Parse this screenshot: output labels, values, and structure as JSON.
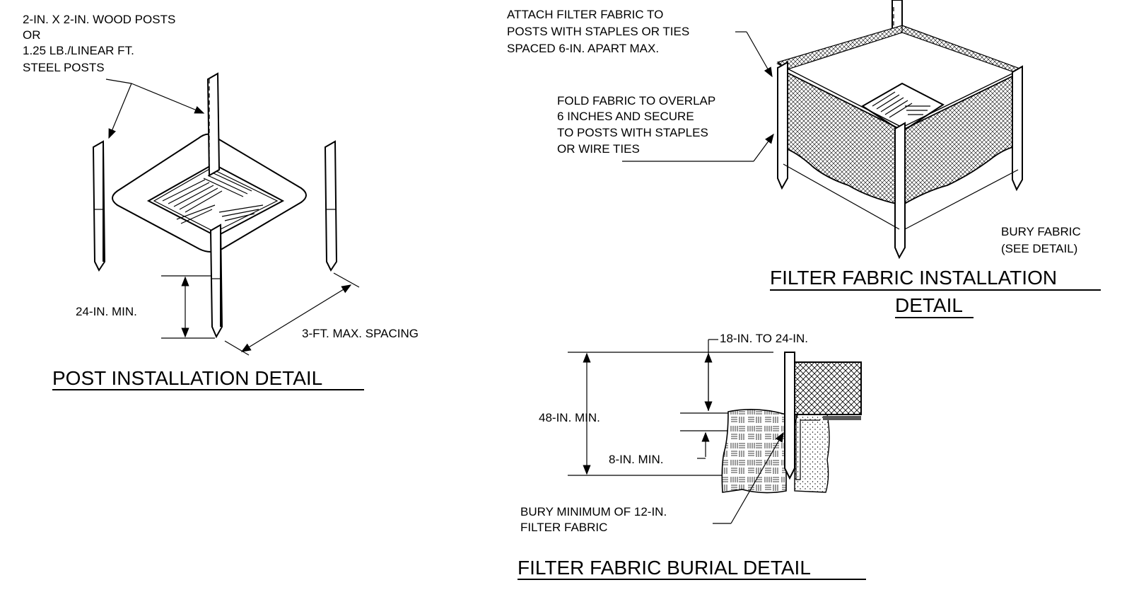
{
  "post_detail": {
    "title": "POST INSTALLATION DETAIL",
    "notes": {
      "posts_1": "2-IN. X 2-IN. WOOD POSTS",
      "posts_2": "OR",
      "posts_3": "1.25 LB./LINEAR FT.",
      "posts_4": "STEEL POSTS",
      "embed": "24-IN. MIN.",
      "spacing": "3-FT. MAX. SPACING"
    }
  },
  "installation_detail": {
    "title_1": "FILTER FABRIC INSTALLATION",
    "title_2": "DETAIL",
    "notes": {
      "attach_1": "ATTACH FILTER FABRIC TO",
      "attach_2": "POSTS WITH STAPLES OR TIES",
      "attach_3": "SPACED 6-IN. APART MAX.",
      "fold_1": "FOLD FABRIC TO OVERLAP",
      "fold_2": "6 INCHES AND SECURE",
      "fold_3": "TO POSTS WITH STAPLES",
      "fold_4": "OR WIRE TIES",
      "bury_1": "BURY FABRIC",
      "bury_2": "(SEE DETAIL)"
    }
  },
  "burial_detail": {
    "title": "FILTER FABRIC BURIAL DETAIL",
    "notes": {
      "height_range": "18-IN. TO 24-IN.",
      "post_min": "48-IN. MIN.",
      "depth_min": "8-IN. MIN.",
      "bury_1": "BURY MINIMUM OF 12-IN.",
      "bury_2": "FILTER FABRIC"
    }
  }
}
